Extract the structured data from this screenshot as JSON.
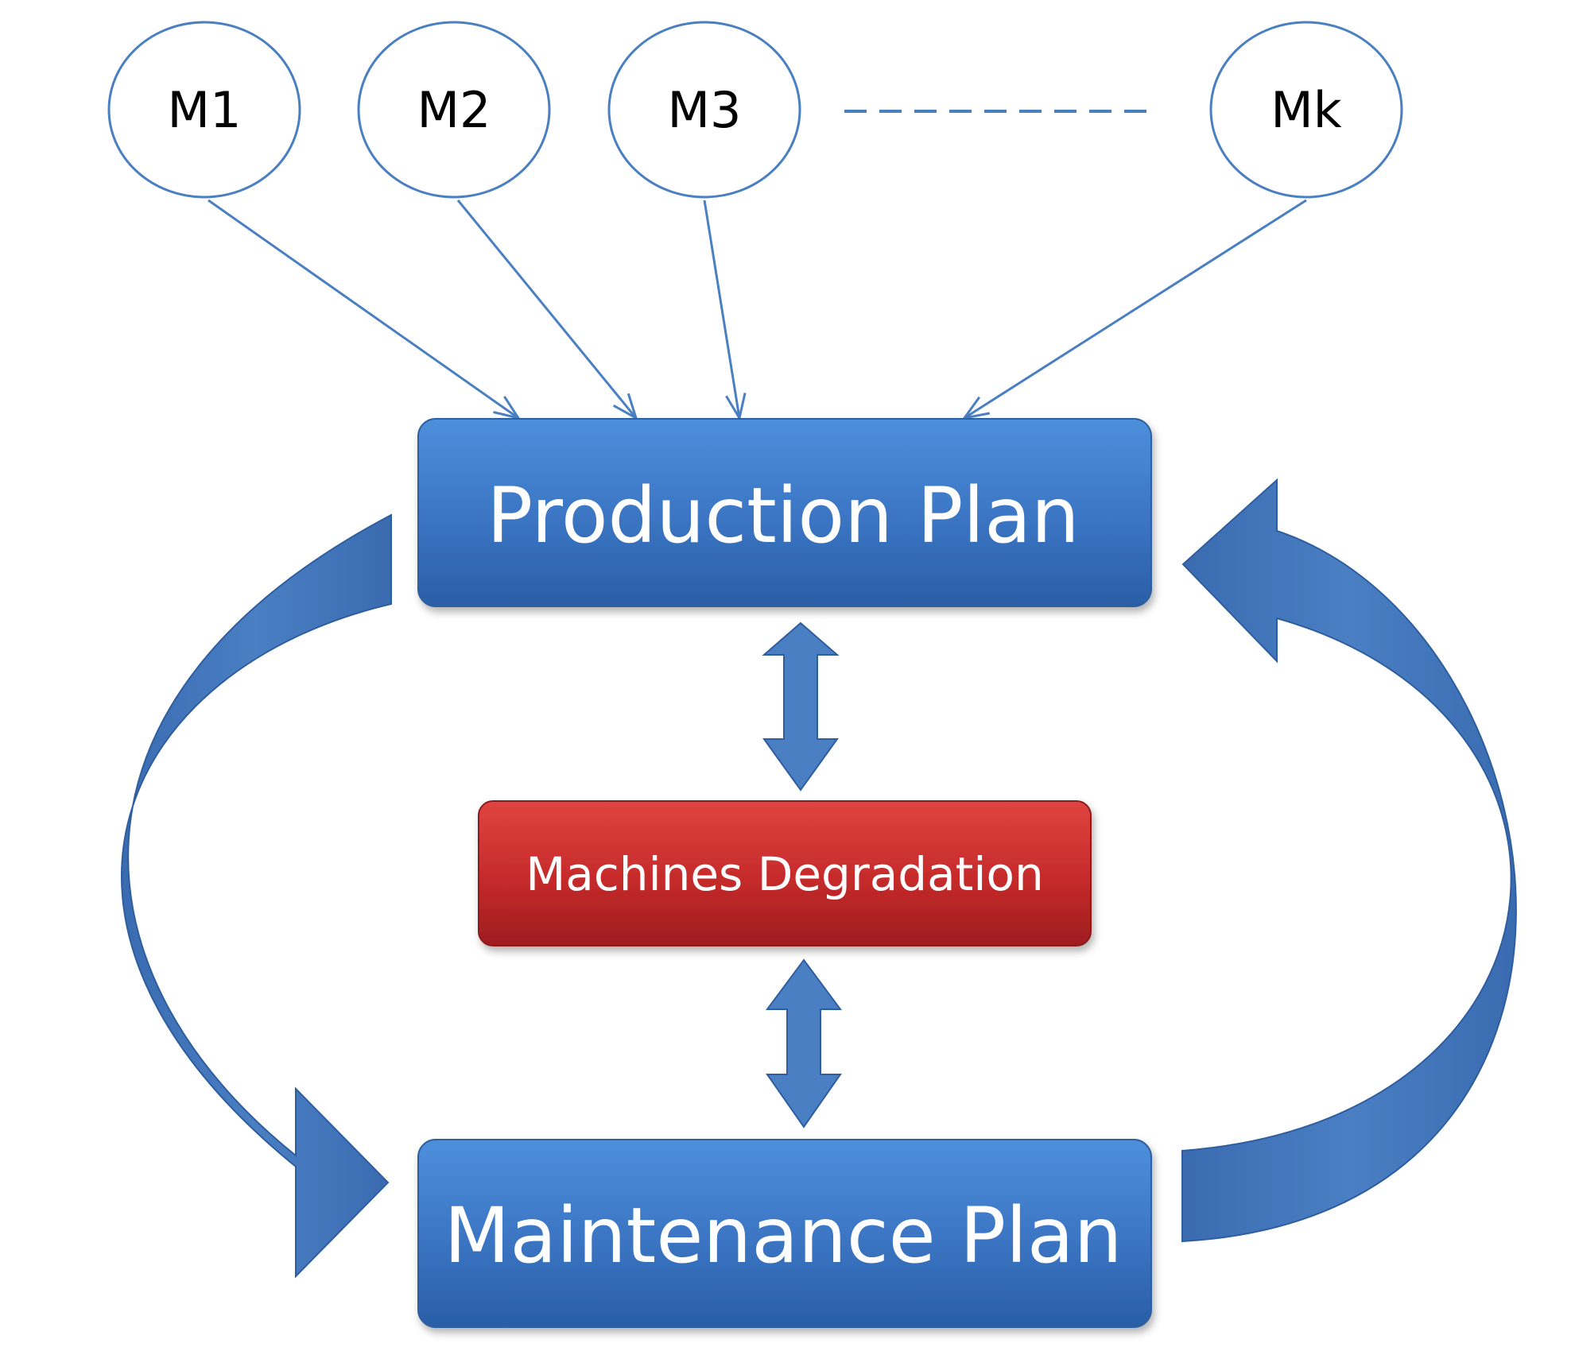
{
  "machines": [
    {
      "label": "M1"
    },
    {
      "label": "M2"
    },
    {
      "label": "M3"
    },
    {
      "label": "Mk"
    }
  ],
  "production_plan": {
    "label": "Production Plan"
  },
  "machines_degradation": {
    "label": "Machines Degradation"
  },
  "maintenance_plan": {
    "label": "Maintenance Plan"
  },
  "colors": {
    "plan_box": "#3b78c8",
    "degradation_box": "#c8282a",
    "connector": "#3d72b8",
    "machine_outline": "#4a7fc1"
  }
}
